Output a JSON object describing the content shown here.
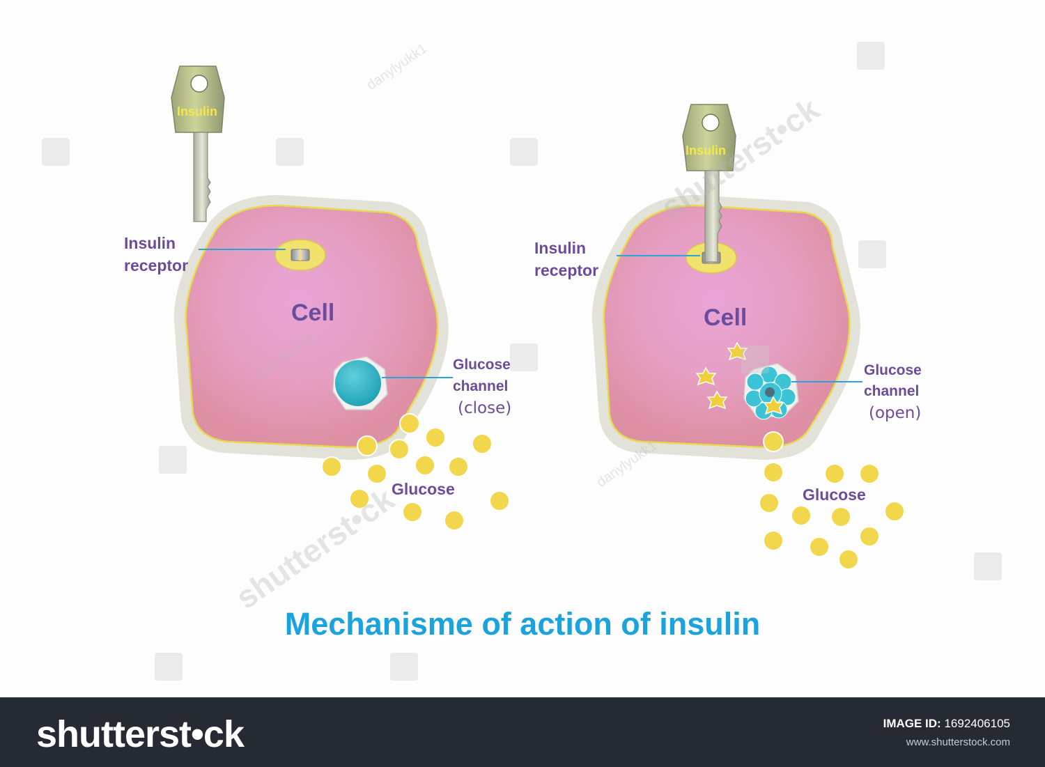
{
  "title": "Mechanisme of action of insulin",
  "panels": [
    {
      "key_label": "Insulin",
      "receptor_label_line1": "Insulin",
      "receptor_label_line2": "receptor",
      "cell_label": "Cell",
      "channel_label_line1": "Glucose",
      "channel_label_line2": "channel",
      "channel_state": "(close)",
      "glucose_label": "Glucose"
    },
    {
      "key_label": "Insulin",
      "receptor_label_line1": "Insulin",
      "receptor_label_line2": "receptor",
      "cell_label": "Cell",
      "channel_label_line1": "Glucose",
      "channel_label_line2": "channel",
      "channel_state": "(open)",
      "glucose_label": "Glucose"
    }
  ],
  "watermarks": {
    "contributor": "danylyukk1",
    "site_mark": "shutterst•ck"
  },
  "footer": {
    "brand": "shutterst•ck",
    "image_id_label": "IMAGE ID:",
    "image_id": "1692406105",
    "site": "www.shutterstock.com"
  },
  "colors": {
    "cell_fill": "#e89bb5",
    "membrane": "#e5e5dd",
    "receptor": "#efe06a",
    "channel": "#33b8cc",
    "glucose": "#f2d64b",
    "label": "#6b4c9a",
    "title": "#1aa3dd",
    "key": "#c3c98a"
  }
}
